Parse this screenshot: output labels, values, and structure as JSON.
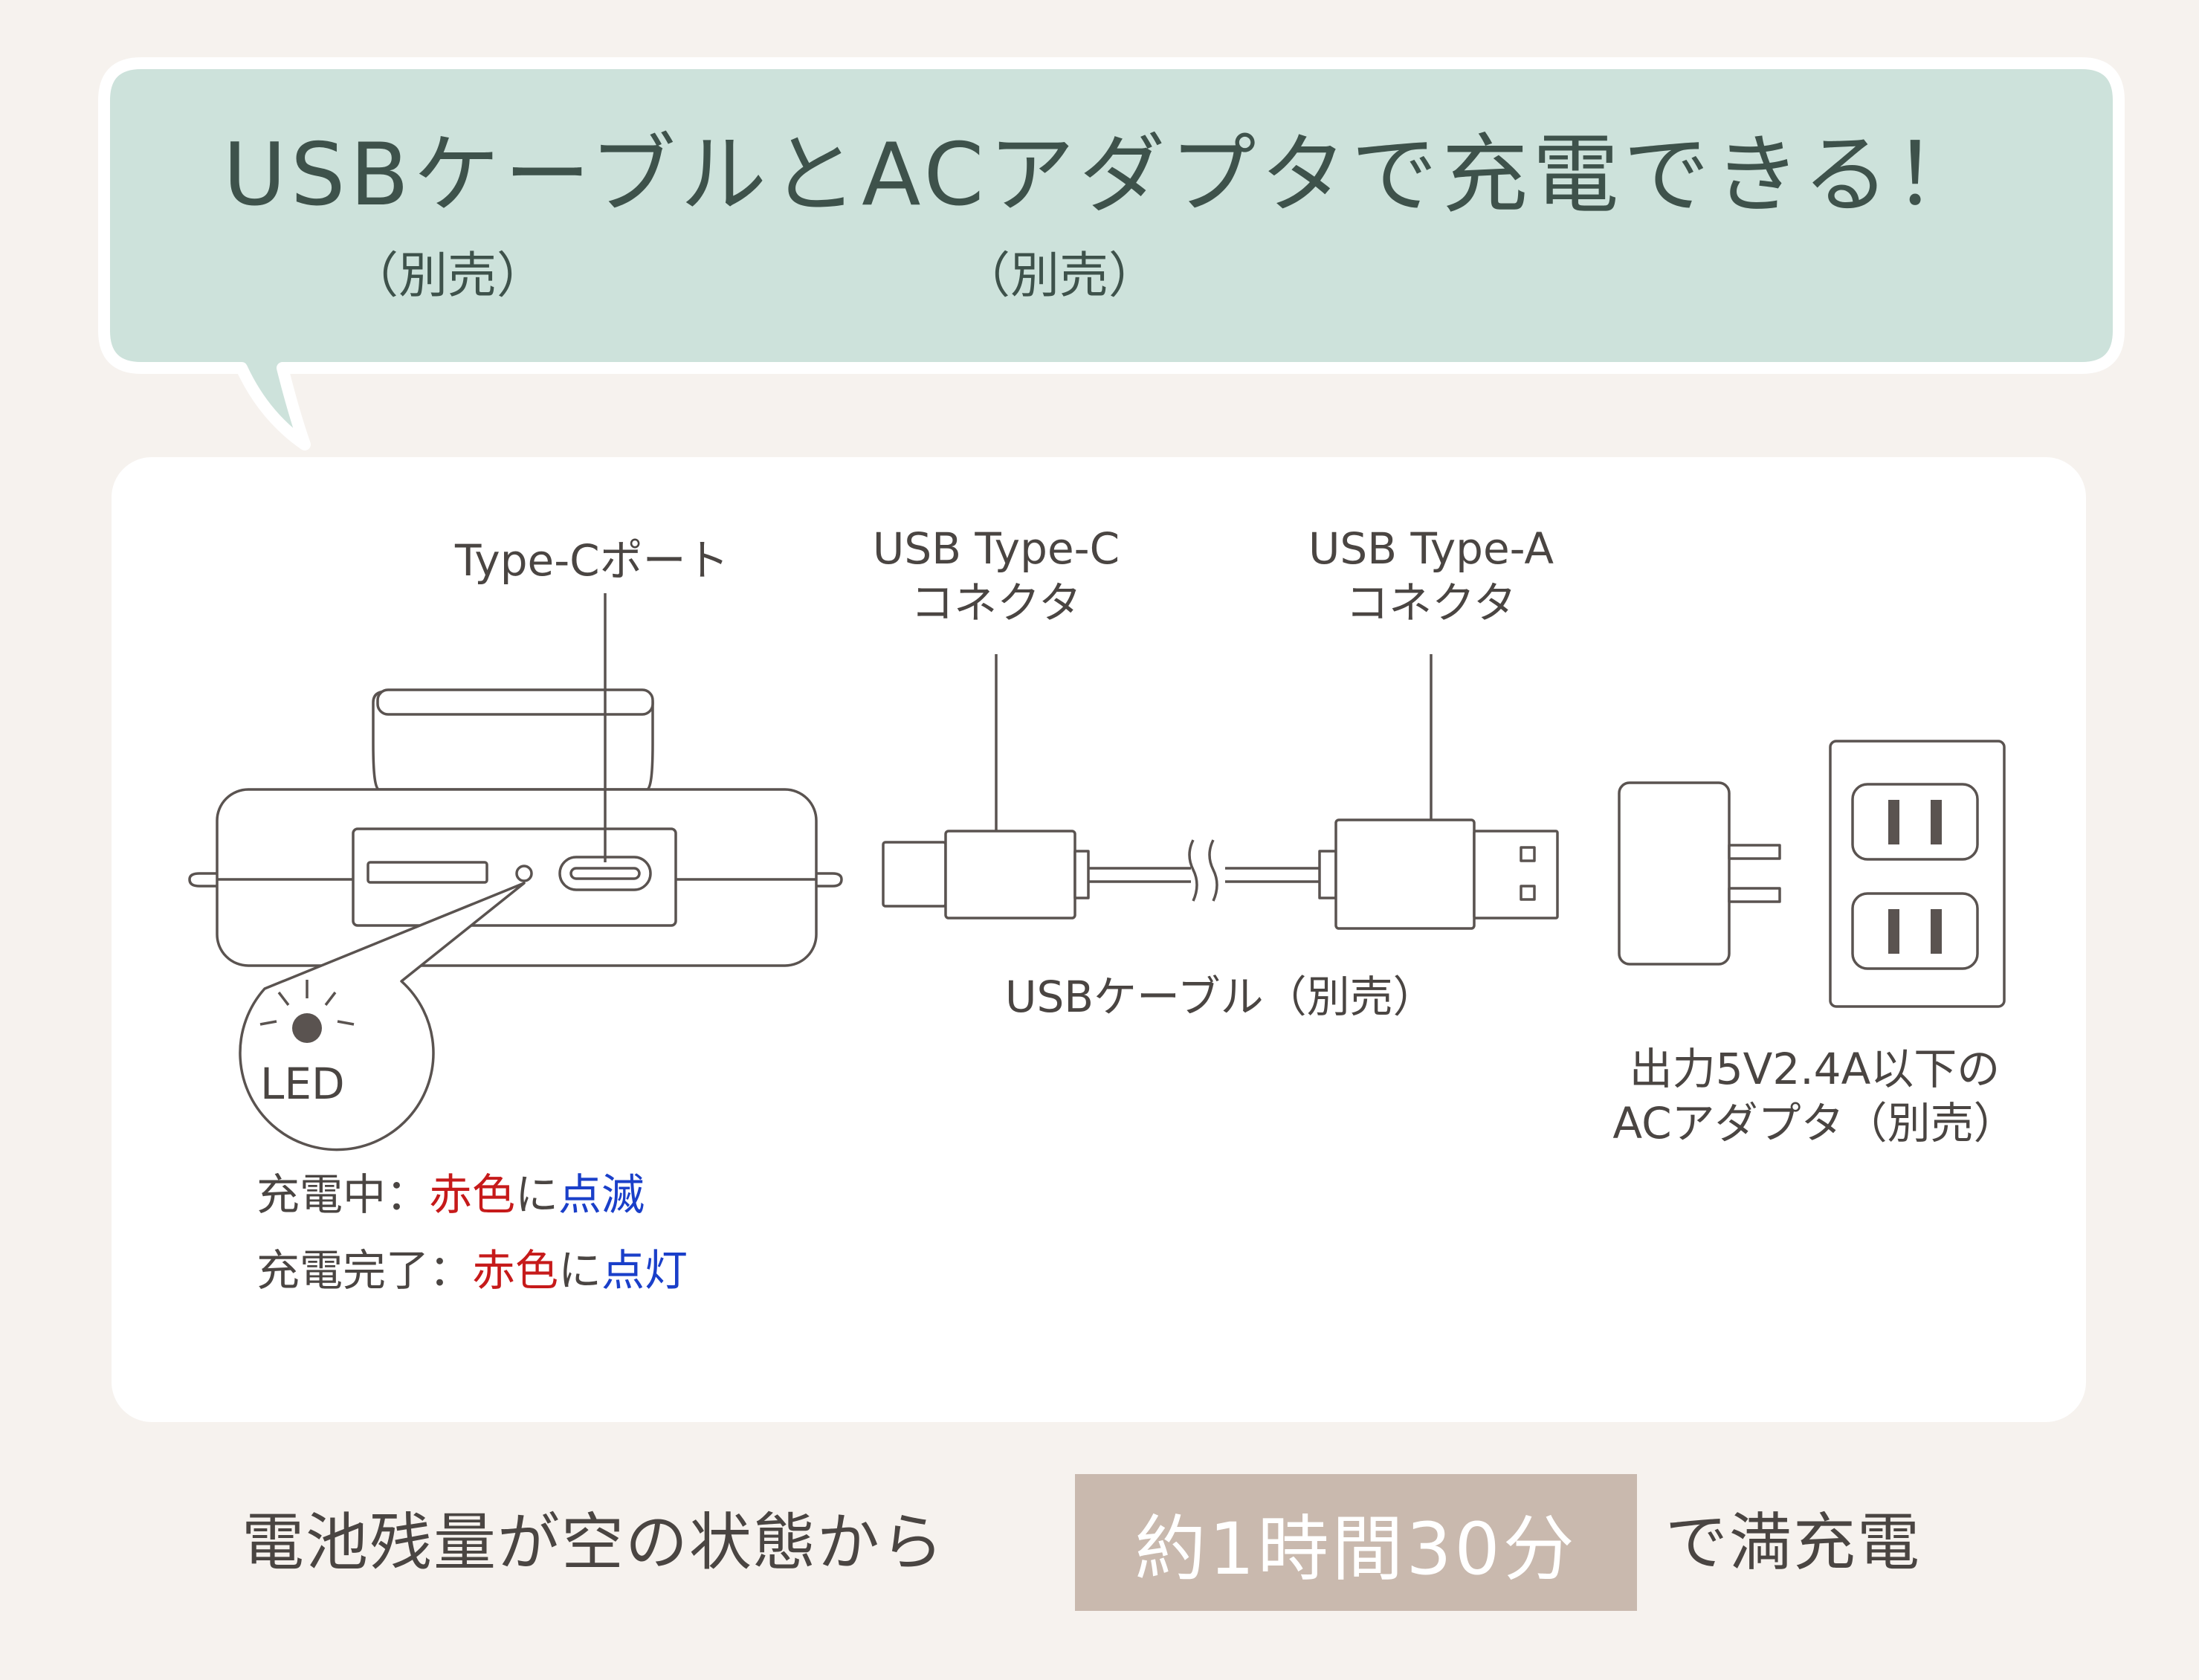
{
  "headline": {
    "title": "USBケーブルとACアダプタで充電できる！",
    "note_cable": "（別売）",
    "note_adapter": "（別売）"
  },
  "diagram": {
    "label_type_c_port": "Type-Cポート",
    "label_usb_type_c": [
      "USB Type-C",
      "コネクタ"
    ],
    "label_usb_type_a": [
      "USB Type-A",
      "コネクタ"
    ],
    "label_cable": "USBケーブル（別売）",
    "label_adapter": [
      "出力5V2.4A以下の",
      "ACアダプタ（別売）"
    ],
    "led_label": "LED"
  },
  "status": {
    "charging": {
      "prefix": "充電中：",
      "color": "赤色",
      "mid": "に",
      "state": "点滅"
    },
    "complete": {
      "prefix": "充電完了：",
      "color": "赤色",
      "mid": "に",
      "state": "点灯"
    }
  },
  "footer": {
    "prefix": "電池残量が空の状態から",
    "highlight": "約1時間30分",
    "suffix": "で満充電"
  },
  "colors": {
    "background": "#f6f2ee",
    "bubble": "#cde2db",
    "headline_text": "#3e524b",
    "line_art": "#5a5350",
    "red_text": "#c61a1a",
    "blue_text": "#1a3fc9",
    "badge": "#c9b9ae"
  }
}
